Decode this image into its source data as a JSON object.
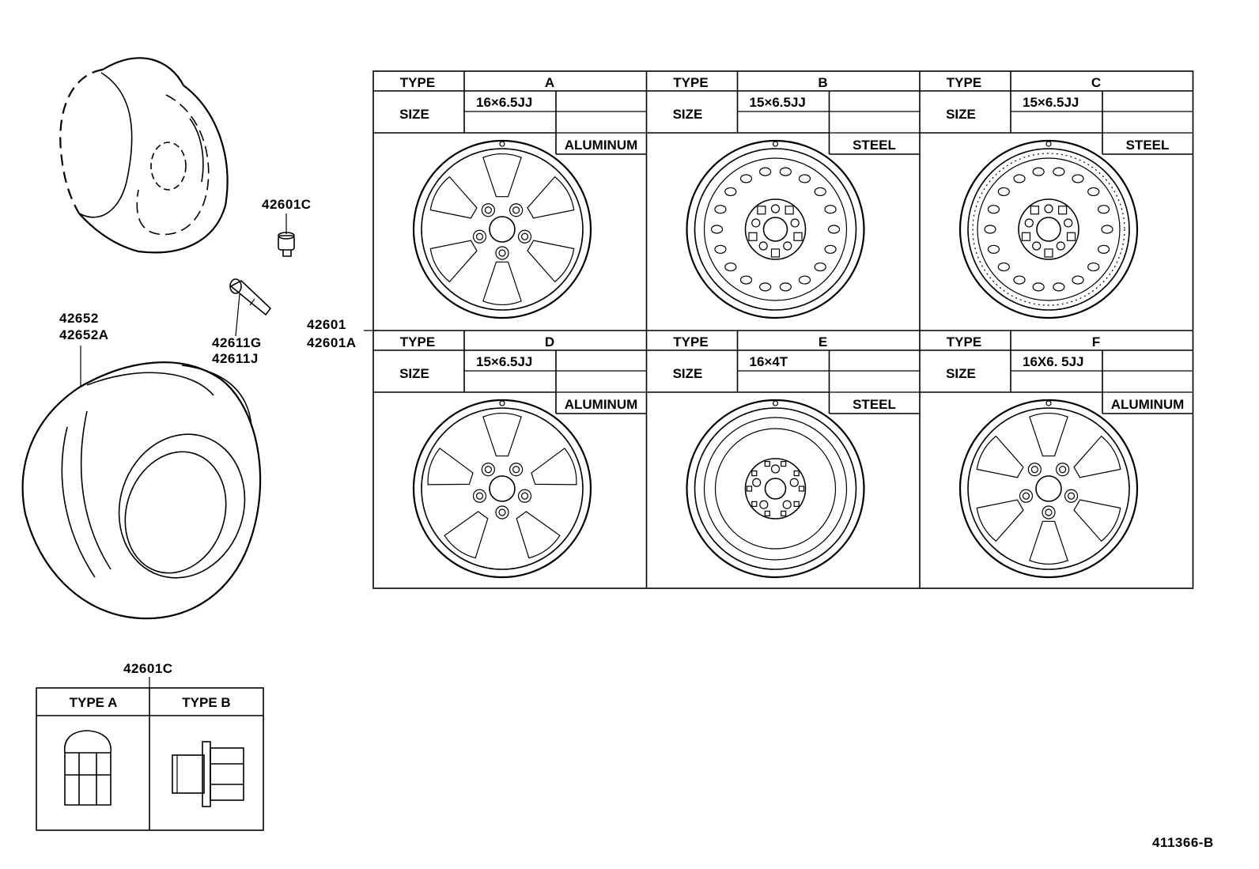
{
  "callouts": {
    "lug_nut_top": "42601C",
    "tire_line1": "42652",
    "tire_line2": "42652A",
    "valve_line1": "42611G",
    "valve_line2": "42611J",
    "wheel_line1": "42601",
    "wheel_line2": "42601A",
    "nut_table": "42601C"
  },
  "wheel_table": {
    "type_label": "TYPE",
    "size_label": "SIZE",
    "cells": [
      {
        "type": "A",
        "size": "16×6.5JJ",
        "material": "ALUMINUM",
        "style": "aluminum-5hole"
      },
      {
        "type": "B",
        "size": "15×6.5JJ",
        "material": "STEEL",
        "style": "steel"
      },
      {
        "type": "C",
        "size": "15×6.5JJ",
        "material": "STEEL",
        "style": "steel"
      },
      {
        "type": "D",
        "size": "15×6.5JJ",
        "material": "ALUMINUM",
        "style": "aluminum-spoke"
      },
      {
        "type": "E",
        "size": "16×4T",
        "material": "STEEL",
        "style": "spare"
      },
      {
        "type": "F",
        "size": "16X6. 5JJ",
        "material": "ALUMINUM",
        "style": "aluminum-6spoke"
      }
    ]
  },
  "nut_table": {
    "headers": [
      "TYPE A",
      "TYPE B"
    ],
    "icons": [
      "lug-nut-cap-icon",
      "lug-nut-flange-icon"
    ]
  },
  "drawing_code": "411366-B"
}
